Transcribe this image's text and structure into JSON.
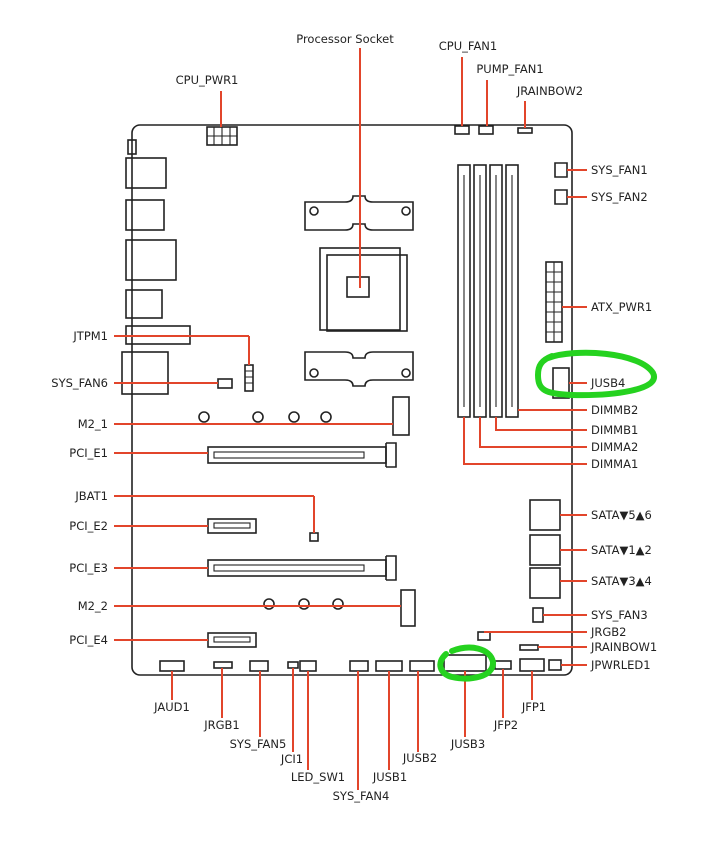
{
  "labels": {
    "processor_socket": "Processor Socket",
    "cpu_fan1": "CPU_FAN1",
    "pump_fan1": "PUMP_FAN1",
    "jrainbow2": "JRAINBOW2",
    "cpu_pwr1": "CPU_PWR1",
    "sys_fan1": "SYS_FAN1",
    "sys_fan2": "SYS_FAN2",
    "atx_pwr1": "ATX_PWR1",
    "jtpm1": "JTPM1",
    "sys_fan6": "SYS_FAN6",
    "jusb4": "JUSB4",
    "dimmb2": "DIMMB2",
    "m2_1": "M2_1",
    "dimmb1": "DIMMB1",
    "pci_e1": "PCI_E1",
    "dimma2": "DIMMA2",
    "dimma1": "DIMMA1",
    "jbat1": "JBAT1",
    "sata56": "SATA▼5▲6",
    "pci_e2": "PCI_E2",
    "sata12": "SATA▼1▲2",
    "pci_e3": "PCI_E3",
    "sata34": "SATA▼3▲4",
    "m2_2": "M2_2",
    "sys_fan3": "SYS_FAN3",
    "jrgb2": "JRGB2",
    "pci_e4": "PCI_E4",
    "jrainbow1": "JRAINBOW1",
    "jpwrled1": "JPWRLED1",
    "jaud1": "JAUD1",
    "jfp1": "JFP1",
    "jrgb1": "JRGB1",
    "jfp2": "JFP2",
    "sys_fan5": "SYS_FAN5",
    "jusb2": "JUSB2",
    "jusb3": "JUSB3",
    "jci1": "JCI1",
    "led_sw1": "LED_SW1",
    "jusb1": "JUSB1",
    "sys_fan4": "SYS_FAN4"
  },
  "colors": {
    "leader_line": "#e2452b",
    "highlight": "#25d21f",
    "outline": "#222222"
  },
  "highlights": [
    "JUSB4",
    "JUSB3"
  ]
}
